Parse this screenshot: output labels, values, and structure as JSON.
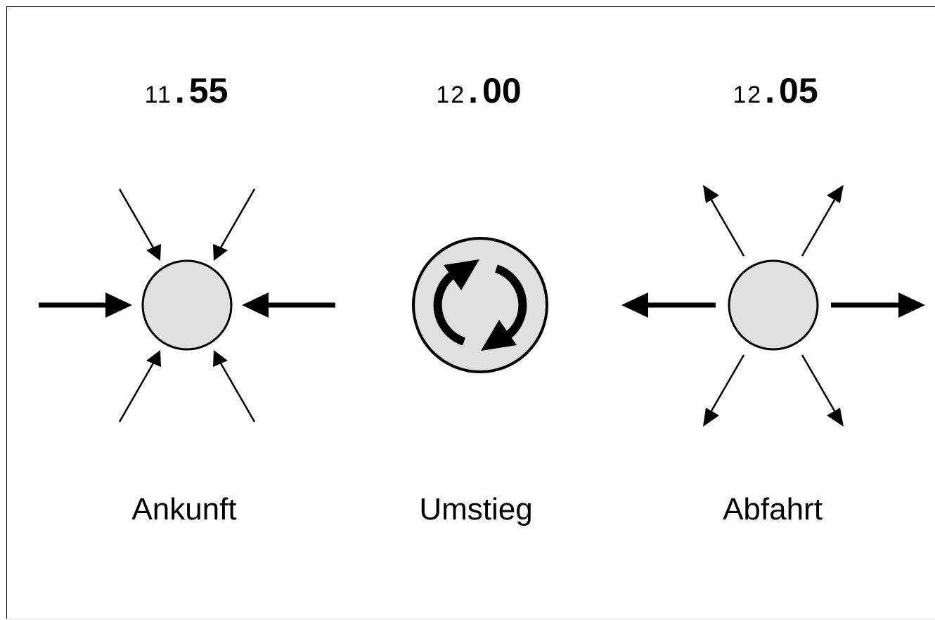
{
  "stations": [
    {
      "id": "arrival",
      "hour": "11",
      "minute": "55",
      "label": "Ankunft",
      "icon": "arrows-inward-icon"
    },
    {
      "id": "transfer",
      "hour": "12",
      "minute": "00",
      "label": "Umstieg",
      "icon": "transfer-cycle-icon"
    },
    {
      "id": "departure",
      "hour": "12",
      "minute": "05",
      "label": "Abfahrt",
      "icon": "arrows-outward-icon"
    }
  ],
  "colors": {
    "circle_fill": "#e0e0e0",
    "stroke": "#000000",
    "background": "#ffffff"
  }
}
